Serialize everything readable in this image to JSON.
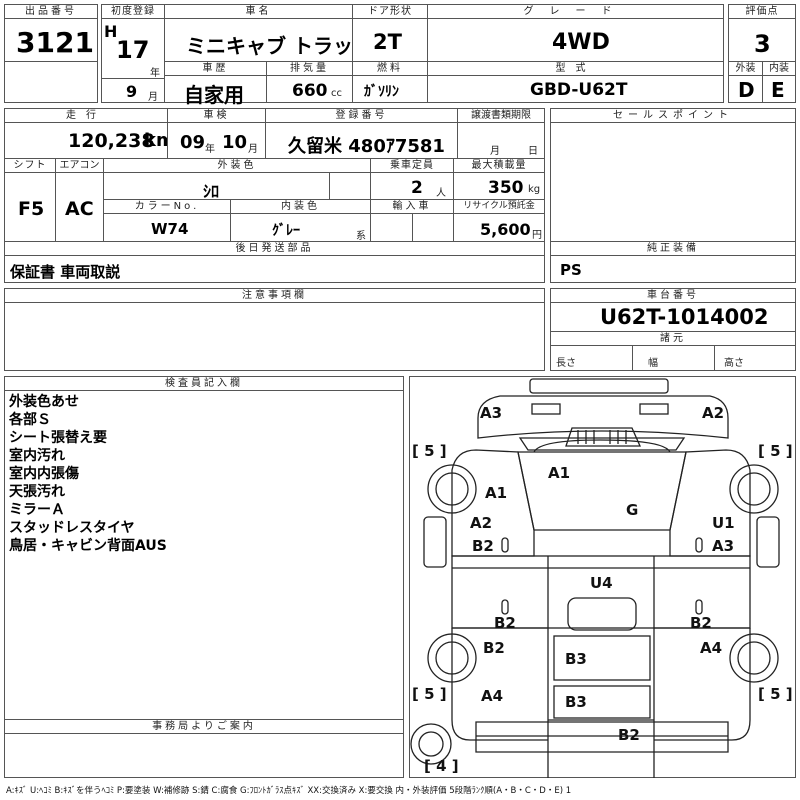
{
  "header": {
    "lot_label": "出品番号",
    "lot_no": "3121",
    "reg_label": "初度登録",
    "era": "H",
    "reg_year": "17",
    "year_unit": "年",
    "reg_month": "9",
    "month_unit": "月",
    "name_label": "車名",
    "car_name": "ミニキャブ トラック",
    "door_label": "ドア形状",
    "door": "2T",
    "grade_label": "グレード",
    "grade": "4WD",
    "score_label": "評価点",
    "score": "3",
    "history_label": "車歴",
    "history": "自家用",
    "disp_label": "排気量",
    "disp": "660",
    "disp_unit": "cc",
    "fuel_label": "燃料",
    "fuel": "ｶﾞｿﾘﾝ",
    "model_label": "型式",
    "model": "GBD-U62T",
    "ext_grade_label": "外装",
    "int_grade_label": "内装",
    "ext_grade": "D",
    "int_grade": "E"
  },
  "row2": {
    "mileage_label": "走行",
    "mileage": "120,238",
    "km": "km",
    "inspect_label": "車検",
    "inspect_year": "09",
    "inspect_year_unit": "年",
    "inspect_month": "10",
    "inspect_month_unit": "月",
    "plate_label": "登録番号",
    "plate": "久留米 480ｱ7581",
    "transfer_label": "譲渡書類期限",
    "transfer_month": "月",
    "transfer_day": "日",
    "sales_label": "セールスポイント",
    "shift_label": "シフト",
    "shift": "F5",
    "ac_label": "エアコン",
    "ac": "AC",
    "color_label": "外装色",
    "color": "ｼﾛ",
    "capacity_label": "乗車定員",
    "capacity": "2",
    "capacity_unit": "人",
    "load_label": "最大積載量",
    "load": "350",
    "load_unit": "kg",
    "colorno_label": "カラーNo.",
    "colorno": "W74",
    "interior_label": "内装色",
    "interior": "ｸﾞﾚｰ",
    "interior_unit": "系",
    "import_label": "輸入車",
    "recycle_label": "リサイクル預託金",
    "recycle": "5,600",
    "recycle_unit": "円"
  },
  "parts": {
    "later_label": "後日発送部品",
    "later": "保証書 車両取説",
    "genuine_label": "純正装備",
    "genuine": "PS"
  },
  "notes": {
    "label": "注意事項欄"
  },
  "chassis": {
    "label": "車台番号",
    "number": "U62T-1014002",
    "spec_label": "諸元",
    "length_label": "長さ",
    "width_label": "幅",
    "height_label": "高さ"
  },
  "inspector": {
    "label": "検査員記入欄",
    "lines": [
      "外装色あせ",
      "各部Ｓ",
      "シート張替え要",
      "室内汚れ",
      "室内内張傷",
      "天張汚れ",
      "ミラーＡ",
      "スタッドレスタイヤ",
      "鳥居・キャビン背面AUS"
    ]
  },
  "office": {
    "label": "事務局よりご案内"
  },
  "diagram": {
    "marks": [
      "A3",
      "A2",
      "A1",
      "G",
      "A1",
      "A2",
      "B2",
      "U1",
      "A3",
      "U4",
      "B2",
      "B2",
      "B2",
      "A4",
      "B3",
      "A4",
      "B3",
      "B2"
    ],
    "tires": [
      "5",
      "5",
      "5",
      "5",
      "4"
    ]
  },
  "legend": "A:ｷｽﾞ U:ﾍｺﾐ B:ｷｽﾞを伴うﾍｺﾐ P:要塗装 W:補修跡 S:錆 C:腐食 G:ﾌﾛﾝﾄｶﾞﾗｽ点ｷｽﾞ XX:交換済み X:要交換 内・外装評価 5段階ﾗﾝｸ順(A・B・C・D・E) 1"
}
